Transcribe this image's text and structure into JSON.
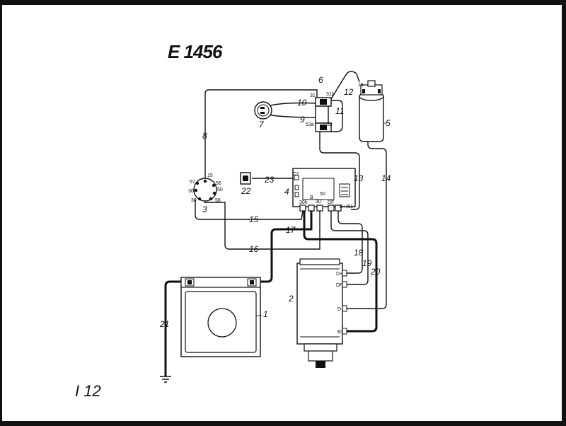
{
  "header": {
    "doc_id": "E 1456"
  },
  "footer": {
    "sheet": "I 12"
  },
  "components": {
    "battery": "1",
    "generator": "2",
    "ignition_switch": "3",
    "regulator": "4",
    "coil": "5",
    "distributor": "6",
    "lamp": "7",
    "warning_lamp": "22"
  },
  "wires": [
    "8",
    "9",
    "10",
    "11",
    "12",
    "13",
    "14",
    "15",
    "16",
    "17",
    "18",
    "19",
    "20",
    "21",
    "23"
  ],
  "terminals": {
    "distributor": [
      "31",
      "31b",
      "53a",
      "53"
    ],
    "coil": [
      "15"
    ],
    "switch": [
      "15",
      "57",
      "56",
      "50",
      "30",
      "30",
      "58"
    ],
    "regulator": [
      "D1",
      "B",
      "50",
      "30",
      "30h",
      "DF",
      "D+/61"
    ],
    "generator": [
      "D+",
      "DF",
      "D-",
      "30"
    ]
  }
}
